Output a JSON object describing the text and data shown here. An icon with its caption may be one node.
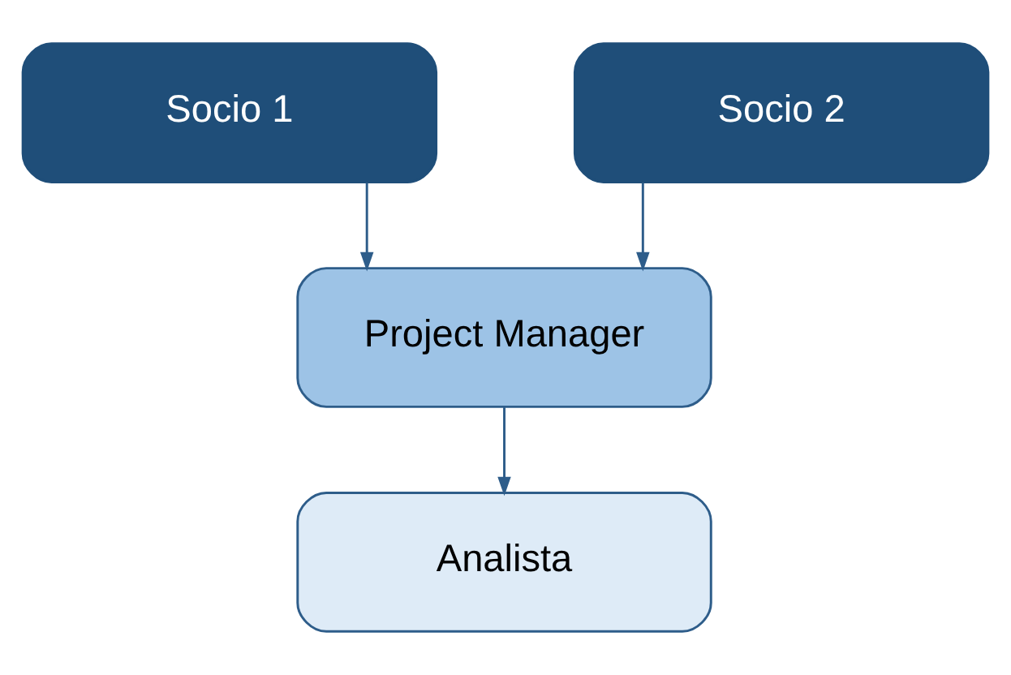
{
  "diagram": {
    "nodes": [
      {
        "text": [
          "Socio 1"
        ]
      },
      {
        "text": [
          "Socio 2"
        ]
      },
      {
        "text": [
          "Project Manager"
        ]
      },
      {
        "text": [
          "Analista"
        ]
      }
    ],
    "edges": [
      {
        "from": 0,
        "to": 2,
        "arrow": "to"
      },
      {
        "from": 1,
        "to": 2,
        "arrow": "to"
      },
      {
        "from": 2,
        "to": 3,
        "arrow": "to"
      }
    ]
  }
}
